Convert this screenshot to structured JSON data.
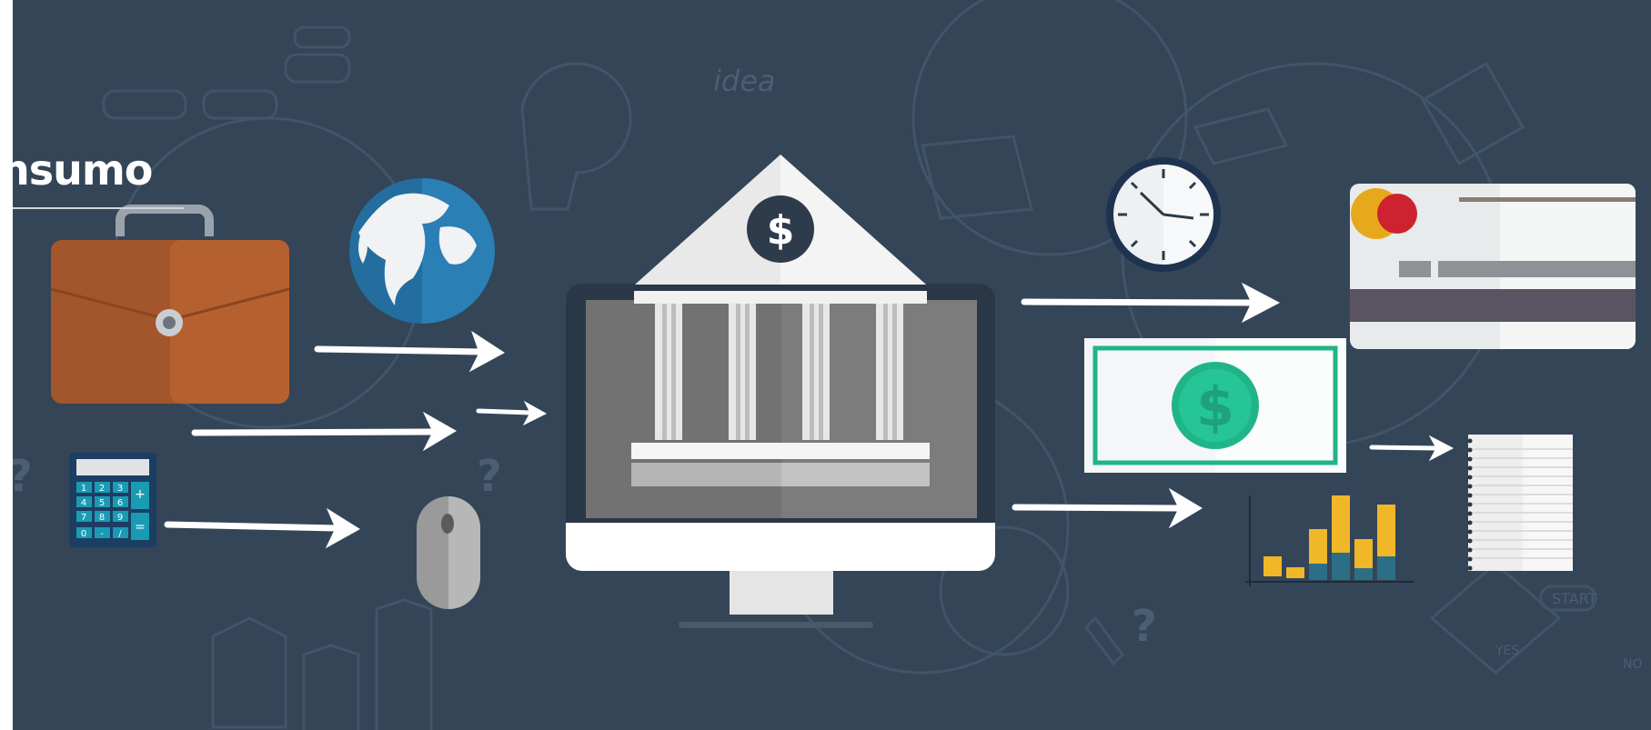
{
  "header": {
    "title": "nsumo"
  },
  "doodles": {
    "idea_label": "idea",
    "start_label": "START",
    "yes_label": "YES",
    "no_label": "NO"
  },
  "bank": {
    "currency_symbol": "$"
  },
  "banknote": {
    "currency_symbol": "$"
  },
  "calculator": {
    "keys": [
      "1",
      "2",
      "3",
      "+",
      "4",
      "5",
      "6",
      "7",
      "8",
      "9",
      "=",
      "0",
      "-",
      "/"
    ]
  },
  "colors": {
    "background": "#344558",
    "briefcase": "#b15e30",
    "globe_ocean": "#2a7fb5",
    "bank_roof": "#eeeeee",
    "monitor_frame": "#2a3746",
    "money_green": "#1fb589",
    "card_orange": "#e8a81c",
    "card_red": "#cf2231",
    "chart_yellow": "#f0b728",
    "chart_teal": "#2b6e86",
    "arrow": "#ffffff"
  },
  "icons": [
    "briefcase-icon",
    "globe-icon",
    "calculator-icon",
    "mouse-icon",
    "bank-icon",
    "monitor-icon",
    "clock-icon",
    "banknote-icon",
    "credit-card-icon",
    "bar-chart-icon",
    "notepad-icon"
  ]
}
